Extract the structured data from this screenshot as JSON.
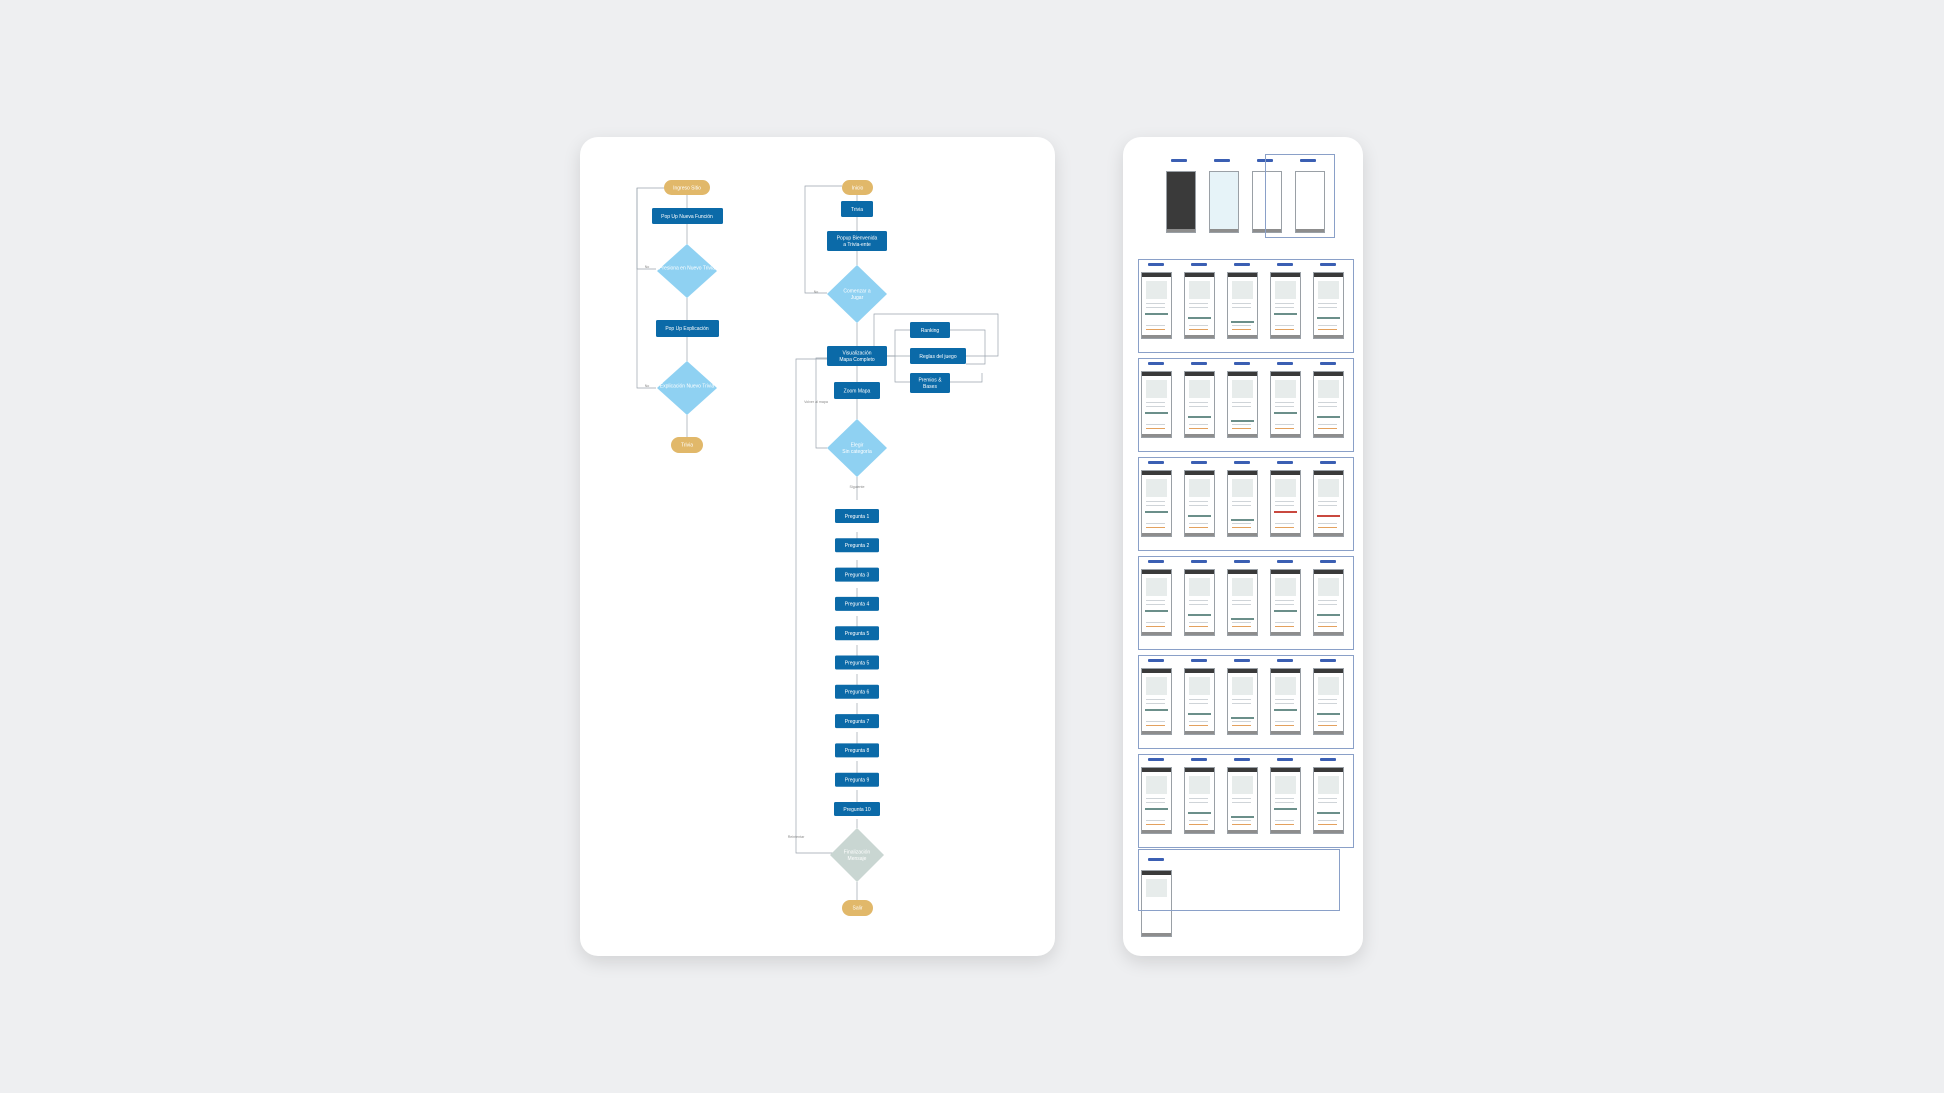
{
  "left_flow": {
    "start": "Ingreso Sitio",
    "popup_nueva_funcion": "Pop Up Nueva Función",
    "decision_1": "Presiona en Nuevo Trivia",
    "popup_explicacion": "Pop Up Explicación",
    "decision_2": "Explicación Nuevo Trivia",
    "end": "Trivia",
    "no_label_1": "No",
    "no_label_2": "No"
  },
  "right_flow": {
    "start": "Inicio",
    "trivia": "Trivia",
    "popup_bienvenida_l1": "Popup Bienvenida",
    "popup_bienvenida_l2": "a Trivia-ente",
    "decision_juego_l1": "Comenzar a",
    "decision_juego_l2": "Jugar",
    "no_label": "No",
    "mapa_l1": "Visualización",
    "mapa_l2": "Mapa Completo",
    "ranking": "Ranking",
    "reglas": "Reglas del juego",
    "premios_l1": "Premios &",
    "premios_l2": "Bases",
    "zoom_mapa": "Zoom Mapa",
    "decision_nivel_l1": "Elegir",
    "decision_nivel_l2": "Sin categoría",
    "edge_volver": "Volver al mapa",
    "edge_siguiente": "Siguiente",
    "preguntas": [
      "Pregunta 1",
      "Pregunta 2",
      "Pregunta 3",
      "Pregunta 4",
      "Pregunta 5",
      "Pregunta 5",
      "Pregunta 6",
      "Pregunta 7",
      "Pregunta 8",
      "Pregunta 9",
      "Pregunta 10"
    ],
    "decision_final_l1": "Finalización",
    "decision_final_l2": "Mensaje",
    "edge_reintentar": "Reintentar",
    "end": "Salir"
  },
  "colors": {
    "background": "#eeeff1",
    "card": "#ffffff",
    "process": "#0b6aa8",
    "decision": "#8fd1f2",
    "terminal": "#e1b86a",
    "final_decision": "#c9d6d2",
    "wireframe_tag": "#3b5fb3"
  }
}
